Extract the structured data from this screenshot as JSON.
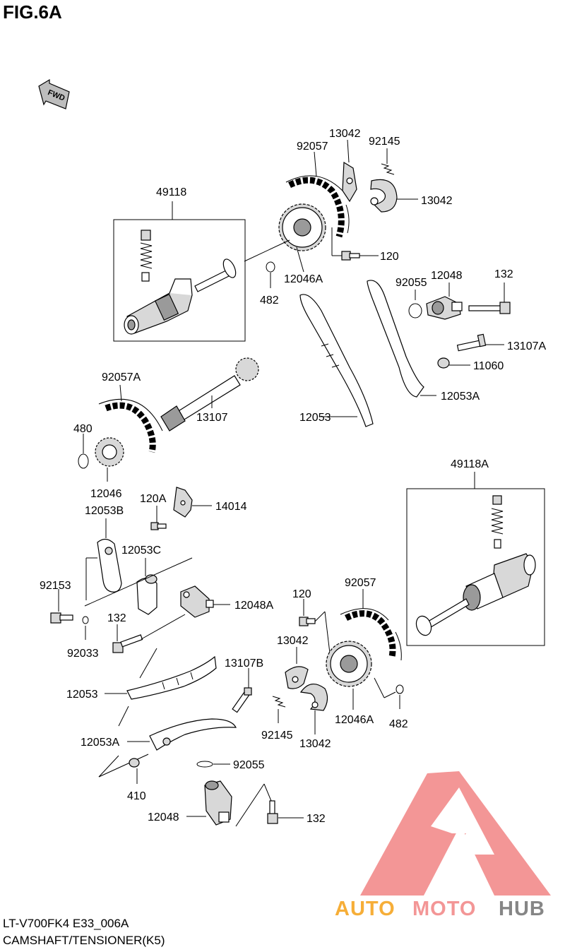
{
  "figure": {
    "title": "FIG.6A",
    "fwd_label": "FWD",
    "model_code": "LT-V700FK4 E33_006A",
    "caption": "CAMSHAFT/TENSIONER(K5)"
  },
  "watermark": {
    "part1": "AUTO",
    "part2": "MOTO",
    "part3": "HUB",
    "color_orange": "#f6a623",
    "color_red": "#f28b8b",
    "color_gray": "#7a7a7a"
  },
  "callouts": {
    "c49118": "49118",
    "c92057_top": "92057",
    "c13042_top": "13042",
    "c92145_top": "92145",
    "c13042_top_r": "13042",
    "c120_top": "120",
    "c12046A_top": "12046A",
    "c482_top": "482",
    "c92055_top": "92055",
    "c12048_top": "12048",
    "c132_top": "132",
    "c13107A": "13107A",
    "c11060": "11060",
    "c12053A_top": "12053A",
    "c12053_top": "12053",
    "c92057A": "92057A",
    "c13107": "13107",
    "c480": "480",
    "c12046": "12046",
    "c120A": "120A",
    "c14014": "14014",
    "c12053B": "12053B",
    "c12053C": "12053C",
    "c92153": "92153",
    "c12048A": "12048A",
    "c132_mid": "132",
    "c92033": "92033",
    "c49118A": "49118A",
    "c120_bot": "120",
    "c92057_bot": "92057",
    "c13042_bot_top": "13042",
    "c13107B": "13107B",
    "c12053_bot": "12053",
    "c92145_bot": "92145",
    "c13042_bot": "13042",
    "c12046A_bot": "12046A",
    "c482_bot": "482",
    "c12053A_bot": "12053A",
    "c92055_bot": "92055",
    "c410": "410",
    "c12048_bot": "12048",
    "c132_bot": "132"
  }
}
